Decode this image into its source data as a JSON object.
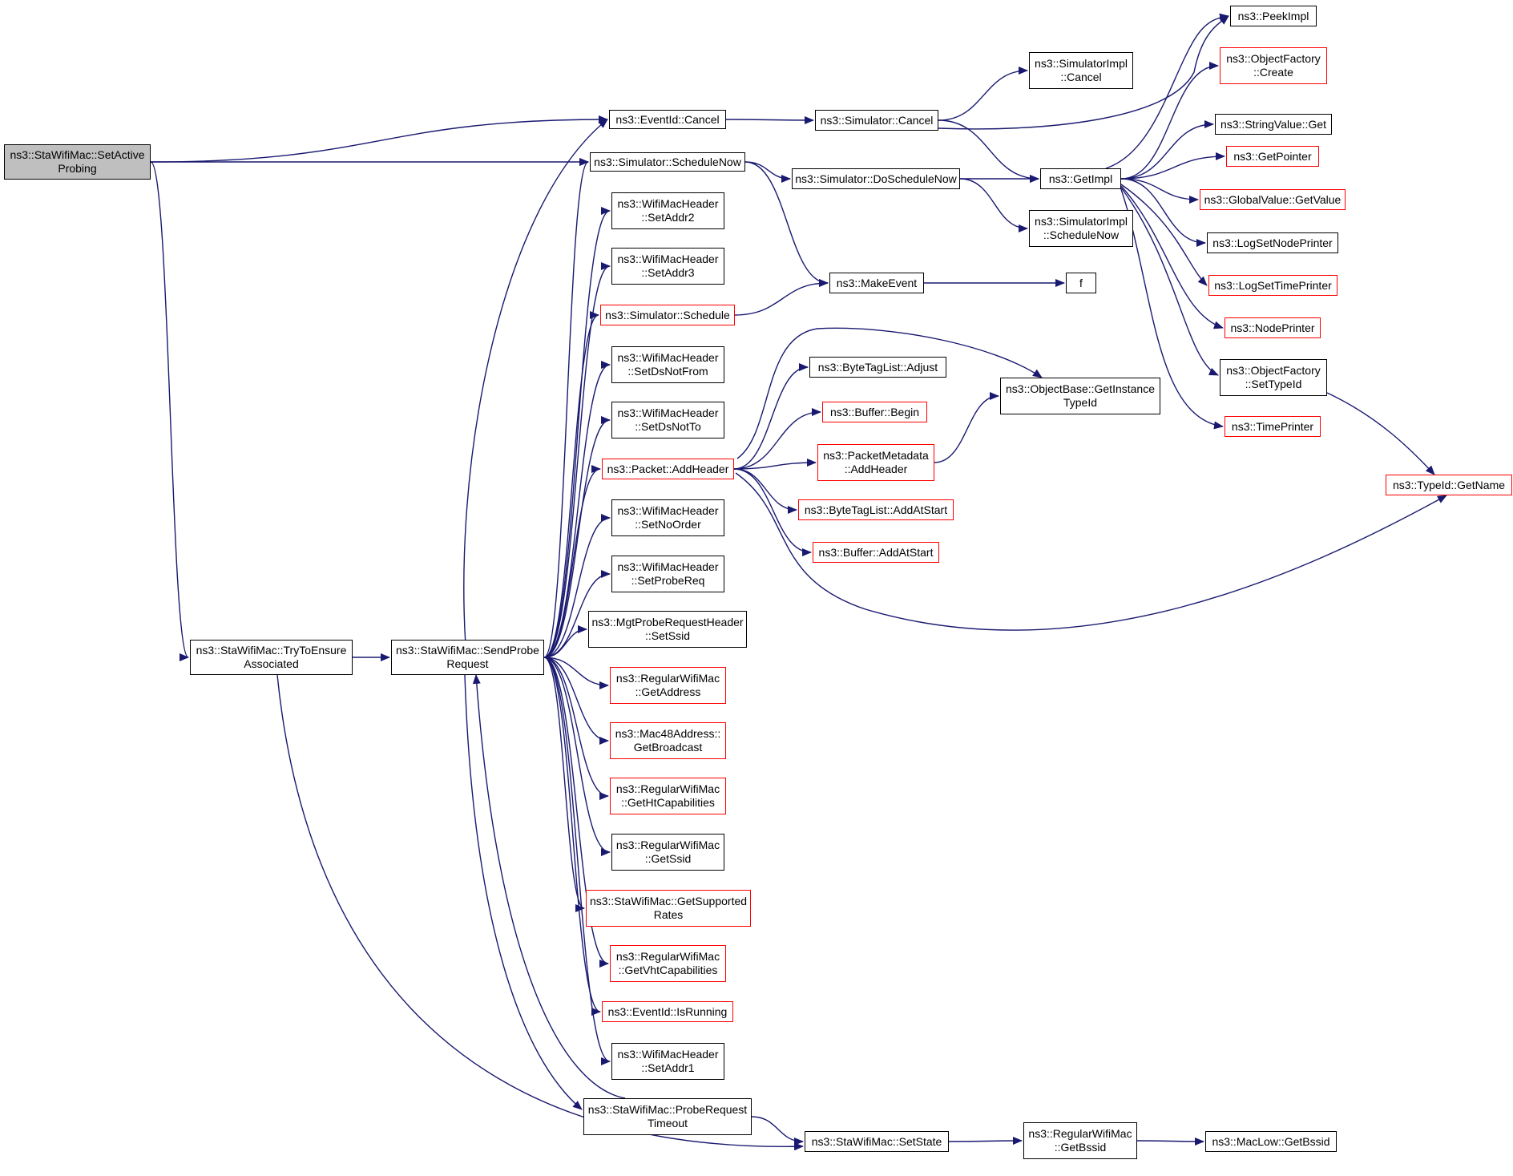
{
  "diagram": {
    "nodes": [
      {
        "id": "setactive",
        "label": "ns3::StaWifiMac::SetActive\nProbing",
        "style": "root"
      },
      {
        "id": "trytoensure",
        "label": "ns3::StaWifiMac::TryToEnsure\nAssociated",
        "style": "black"
      },
      {
        "id": "sendprobe",
        "label": "ns3::StaWifiMac::SendProbe\nRequest",
        "style": "black"
      },
      {
        "id": "eventcancel",
        "label": "ns3::EventId::Cancel",
        "style": "black"
      },
      {
        "id": "schednow",
        "label": "ns3::Simulator::ScheduleNow",
        "style": "black"
      },
      {
        "id": "setaddr2",
        "label": "ns3::WifiMacHeader\n::SetAddr2",
        "style": "black"
      },
      {
        "id": "setaddr3",
        "label": "ns3::WifiMacHeader\n::SetAddr3",
        "style": "black"
      },
      {
        "id": "simschedule",
        "label": "ns3::Simulator::Schedule",
        "style": "red"
      },
      {
        "id": "setdsnotfrom",
        "label": "ns3::WifiMacHeader\n::SetDsNotFrom",
        "style": "black"
      },
      {
        "id": "setdsnotto",
        "label": "ns3::WifiMacHeader\n::SetDsNotTo",
        "style": "black"
      },
      {
        "id": "addheader",
        "label": "ns3::Packet::AddHeader",
        "style": "red"
      },
      {
        "id": "setnoorder",
        "label": "ns3::WifiMacHeader\n::SetNoOrder",
        "style": "black"
      },
      {
        "id": "setprobereq",
        "label": "ns3::WifiMacHeader\n::SetProbeReq",
        "style": "black"
      },
      {
        "id": "setssid",
        "label": "ns3::MgtProbeRequestHeader\n::SetSsid",
        "style": "black"
      },
      {
        "id": "getaddress",
        "label": "ns3::RegularWifiMac\n::GetAddress",
        "style": "red"
      },
      {
        "id": "getbroadcast",
        "label": "ns3::Mac48Address::\nGetBroadcast",
        "style": "red"
      },
      {
        "id": "gethtcap",
        "label": "ns3::RegularWifiMac\n::GetHtCapabilities",
        "style": "red"
      },
      {
        "id": "getssid",
        "label": "ns3::RegularWifiMac\n::GetSsid",
        "style": "black"
      },
      {
        "id": "getsuprates",
        "label": "ns3::StaWifiMac::GetSupported\nRates",
        "style": "red"
      },
      {
        "id": "getvhtcap",
        "label": "ns3::RegularWifiMac\n::GetVhtCapabilities",
        "style": "red"
      },
      {
        "id": "isrunning",
        "label": "ns3::EventId::IsRunning",
        "style": "red"
      },
      {
        "id": "setaddr1",
        "label": "ns3::WifiMacHeader\n::SetAddr1",
        "style": "black"
      },
      {
        "id": "probetimeout",
        "label": "ns3::StaWifiMac::ProbeRequest\nTimeout",
        "style": "black"
      },
      {
        "id": "simcancel",
        "label": "ns3::Simulator::Cancel",
        "style": "black"
      },
      {
        "id": "doschednow",
        "label": "ns3::Simulator::DoScheduleNow",
        "style": "black"
      },
      {
        "id": "makeevent",
        "label": "ns3::MakeEvent",
        "style": "black"
      },
      {
        "id": "bytetagadjust",
        "label": "ns3::ByteTagList::Adjust",
        "style": "black"
      },
      {
        "id": "bufbegin",
        "label": "ns3::Buffer::Begin",
        "style": "red"
      },
      {
        "id": "pmaddheader",
        "label": "ns3::PacketMetadata\n::AddHeader",
        "style": "red"
      },
      {
        "id": "bytetagaddatstart",
        "label": "ns3::ByteTagList::AddAtStart",
        "style": "red"
      },
      {
        "id": "bufaddatstart",
        "label": "ns3::Buffer::AddAtStart",
        "style": "red"
      },
      {
        "id": "setstate",
        "label": "ns3::StaWifiMac::SetState",
        "style": "black"
      },
      {
        "id": "simimplcancel",
        "label": "ns3::SimulatorImpl\n::Cancel",
        "style": "black"
      },
      {
        "id": "getimpl",
        "label": "ns3::GetImpl",
        "style": "black"
      },
      {
        "id": "simimplschednow",
        "label": "ns3::SimulatorImpl\n::ScheduleNow",
        "style": "black"
      },
      {
        "id": "f",
        "label": "f",
        "style": "black"
      },
      {
        "id": "getinstancetypeid",
        "label": "ns3::ObjectBase::GetInstance\nTypeId",
        "style": "black"
      },
      {
        "id": "getbssid",
        "label": "ns3::RegularWifiMac\n::GetBssid",
        "style": "black"
      },
      {
        "id": "peekimpl",
        "label": "ns3::PeekImpl",
        "style": "black"
      },
      {
        "id": "objfactcreate",
        "label": "ns3::ObjectFactory\n::Create",
        "style": "red"
      },
      {
        "id": "stringvalueget",
        "label": "ns3::StringValue::Get",
        "style": "black"
      },
      {
        "id": "getpointer",
        "label": "ns3::GetPointer",
        "style": "red"
      },
      {
        "id": "globalvalueget",
        "label": "ns3::GlobalValue::GetValue",
        "style": "red"
      },
      {
        "id": "logsetnodeprinter",
        "label": "ns3::LogSetNodePrinter",
        "style": "black"
      },
      {
        "id": "logsettimeprinter",
        "label": "ns3::LogSetTimePrinter",
        "style": "red"
      },
      {
        "id": "nodeprinter",
        "label": "ns3::NodePrinter",
        "style": "red"
      },
      {
        "id": "objfactsettypeid",
        "label": "ns3::ObjectFactory\n::SetTypeId",
        "style": "black"
      },
      {
        "id": "timeprinter",
        "label": "ns3::TimePrinter",
        "style": "red"
      },
      {
        "id": "typeidgetname",
        "label": "ns3::TypeId::GetName",
        "style": "red"
      },
      {
        "id": "maclowgetbssid",
        "label": "ns3::MacLow::GetBssid",
        "style": "black"
      }
    ],
    "edges": [
      [
        "setactive",
        "eventcancel"
      ],
      [
        "setactive",
        "schednow"
      ],
      [
        "setactive",
        "trytoensure"
      ],
      [
        "trytoensure",
        "sendprobe"
      ],
      [
        "trytoensure",
        "setstate"
      ],
      [
        "sendprobe",
        "eventcancel"
      ],
      [
        "sendprobe",
        "schednow"
      ],
      [
        "sendprobe",
        "setaddr2"
      ],
      [
        "sendprobe",
        "setaddr3"
      ],
      [
        "sendprobe",
        "simschedule"
      ],
      [
        "sendprobe",
        "setdsnotfrom"
      ],
      [
        "sendprobe",
        "setdsnotto"
      ],
      [
        "sendprobe",
        "addheader"
      ],
      [
        "sendprobe",
        "setnoorder"
      ],
      [
        "sendprobe",
        "setprobereq"
      ],
      [
        "sendprobe",
        "setssid"
      ],
      [
        "sendprobe",
        "getaddress"
      ],
      [
        "sendprobe",
        "getbroadcast"
      ],
      [
        "sendprobe",
        "gethtcap"
      ],
      [
        "sendprobe",
        "getssid"
      ],
      [
        "sendprobe",
        "getsuprates"
      ],
      [
        "sendprobe",
        "getvhtcap"
      ],
      [
        "sendprobe",
        "isrunning"
      ],
      [
        "sendprobe",
        "setaddr1"
      ],
      [
        "sendprobe",
        "probetimeout"
      ],
      [
        "probetimeout",
        "sendprobe"
      ],
      [
        "probetimeout",
        "setstate"
      ],
      [
        "eventcancel",
        "simcancel"
      ],
      [
        "schednow",
        "doschednow"
      ],
      [
        "schednow",
        "makeevent"
      ],
      [
        "simschedule",
        "makeevent"
      ],
      [
        "addheader",
        "getinstancetypeid"
      ],
      [
        "addheader",
        "bytetagadjust"
      ],
      [
        "addheader",
        "bufbegin"
      ],
      [
        "addheader",
        "pmaddheader"
      ],
      [
        "addheader",
        "bytetagaddatstart"
      ],
      [
        "addheader",
        "bufaddatstart"
      ],
      [
        "addheader",
        "typeidgetname"
      ],
      [
        "simcancel",
        "simimplcancel"
      ],
      [
        "simcancel",
        "peekimpl"
      ],
      [
        "simcancel",
        "getimpl"
      ],
      [
        "doschednow",
        "getimpl"
      ],
      [
        "doschednow",
        "simimplschednow"
      ],
      [
        "makeevent",
        "f"
      ],
      [
        "pmaddheader",
        "getinstancetypeid"
      ],
      [
        "setstate",
        "getbssid"
      ],
      [
        "getbssid",
        "maclowgetbssid"
      ],
      [
        "getimpl",
        "peekimpl"
      ],
      [
        "getimpl",
        "objfactcreate"
      ],
      [
        "getimpl",
        "stringvalueget"
      ],
      [
        "getimpl",
        "getpointer"
      ],
      [
        "getimpl",
        "globalvalueget"
      ],
      [
        "getimpl",
        "logsetnodeprinter"
      ],
      [
        "getimpl",
        "logsettimeprinter"
      ],
      [
        "getimpl",
        "nodeprinter"
      ],
      [
        "getimpl",
        "objfactsettypeid"
      ],
      [
        "getimpl",
        "timeprinter"
      ],
      [
        "objfactsettypeid",
        "typeidgetname"
      ]
    ],
    "colors": {
      "edge": "#191970",
      "node_border": "#000000",
      "node_border_highlight": "#ff0000",
      "root_fill": "#bfbfbf"
    }
  }
}
